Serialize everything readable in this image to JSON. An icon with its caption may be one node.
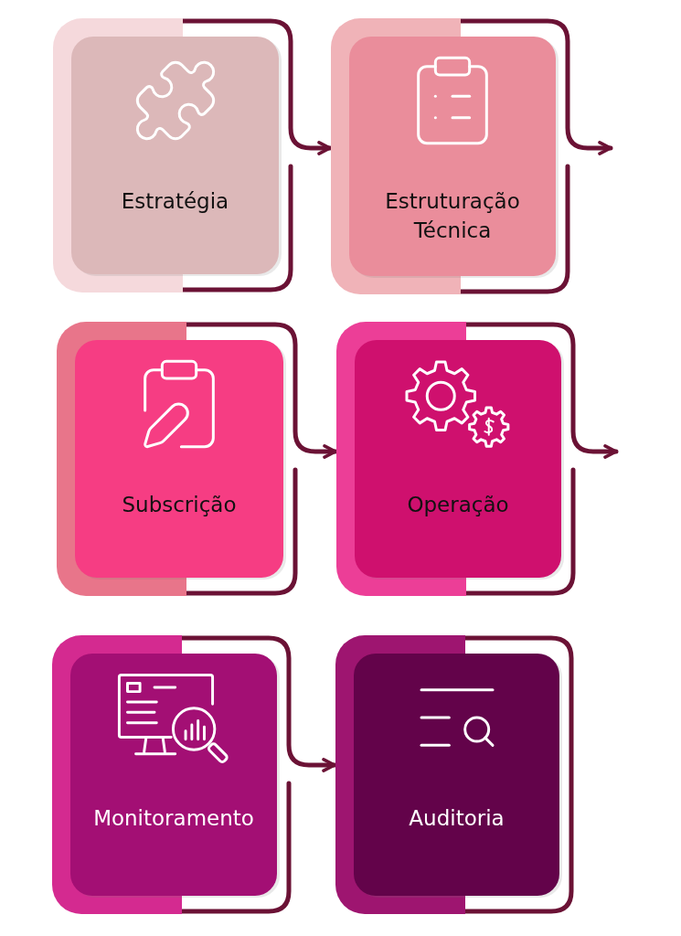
{
  "diagram": {
    "nodes": [
      {
        "text": [
          "Estratégia"
        ]
      },
      {
        "text": [
          "Estruturação Técnica"
        ]
      },
      {
        "text": [
          "Subscrição"
        ]
      },
      {
        "text": [
          "Operação"
        ]
      },
      {
        "text": [
          "Monitoramento"
        ]
      },
      {
        "text": [
          "Auditoria"
        ]
      }
    ],
    "edges": [
      {
        "from": 0,
        "to": 1,
        "arrow": "to"
      },
      {
        "from": 1,
        "to": null,
        "arrow": "to"
      },
      {
        "from": 2,
        "to": 3,
        "arrow": "to"
      },
      {
        "from": 3,
        "to": null,
        "arrow": "to"
      },
      {
        "from": 4,
        "to": 5,
        "arrow": "to"
      }
    ]
  }
}
